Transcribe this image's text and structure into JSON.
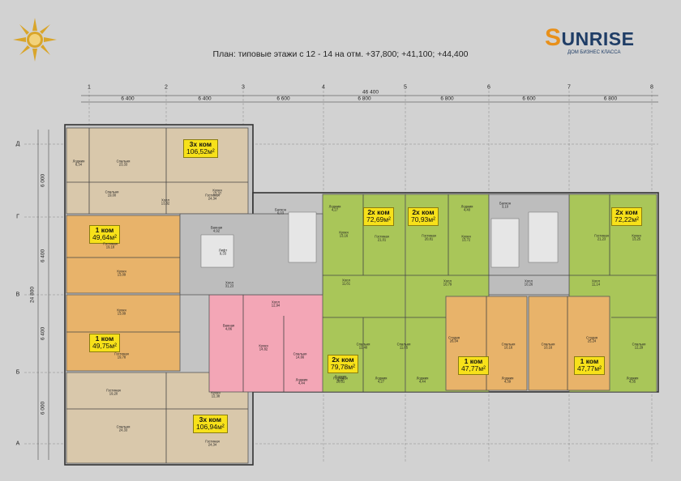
{
  "header": {
    "title": "План: типовые этажи с 12 - 14 на отм. +37,800; +41,100; +44,400",
    "brand_name": "UNRISE",
    "brand_initial": "S",
    "brand_tagline": "ДОМ БИЗНЕС КЛАССА"
  },
  "colors": {
    "background": "#d2d2d2",
    "one_room": "#e8b36a",
    "two_room": "#a9c659",
    "three_room": "#d9c8ab",
    "studio": "#e8b36a",
    "pink_unit": "#f3a6b6",
    "common": "#bdbdbd",
    "badge": "#f7e11a",
    "brand": "#1f3d66",
    "accent": "#e8901a"
  },
  "axes": {
    "columns": [
      "1",
      "2",
      "3",
      "4",
      "5",
      "6",
      "7",
      "8"
    ],
    "rows": [
      "Д",
      "Г",
      "В",
      "Б",
      "А"
    ]
  },
  "dimensions": {
    "total_width": "46 400",
    "column_spans": [
      "6 400",
      "6 400",
      "6 600",
      "6 800",
      "6 800",
      "6 600",
      "6 800"
    ],
    "total_height": "24 800",
    "row_spans": [
      "6 000",
      "6 400",
      "6 400",
      "6 000"
    ]
  },
  "apartments": [
    {
      "type": "3х ком",
      "area": "106,52м²"
    },
    {
      "type": "1 ком",
      "area": "49,64м²"
    },
    {
      "type": "1 ком",
      "area": "49,75м²"
    },
    {
      "type": "3х ком",
      "area": "106,94м²"
    },
    {
      "type": "2х ком",
      "area": "79,78м²"
    },
    {
      "type": "2х ком",
      "area": "72,69м²"
    },
    {
      "type": "2х ком",
      "area": "70,93м²"
    },
    {
      "type": "2х ком",
      "area": "72,22м²"
    },
    {
      "type": "1 ком",
      "area": "47,77м²"
    },
    {
      "type": "1 ком",
      "area": "47,77м²"
    }
  ],
  "rooms": [
    {
      "name": "Лоджия",
      "area": "6,34"
    },
    {
      "name": "Спальня",
      "area": "23,33"
    },
    {
      "name": "Гостиная",
      "area": "24,34"
    },
    {
      "name": "Спальня",
      "area": "19,00"
    },
    {
      "name": "Холл",
      "area": "13,82"
    },
    {
      "name": "Кухня",
      "area": "13,37"
    },
    {
      "name": "Гостиная",
      "area": "19,18"
    },
    {
      "name": "Кухня",
      "area": "13,09"
    },
    {
      "name": "Ванная",
      "area": "4,92"
    },
    {
      "name": "Лифт",
      "area": "9,33"
    },
    {
      "name": "Холл",
      "area": "31,23"
    },
    {
      "name": "Кухня",
      "area": "13,09"
    },
    {
      "name": "Гостиная",
      "area": "19,78"
    },
    {
      "name": "Ванная",
      "area": "4,86"
    },
    {
      "name": "Кухня",
      "area": "14,82"
    },
    {
      "name": "Спальня",
      "area": "14,66"
    },
    {
      "name": "Гостиная",
      "area": "28,51"
    },
    {
      "name": "Холл",
      "area": "12,94"
    },
    {
      "name": "Лоджия",
      "area": "4,44"
    },
    {
      "name": "Гостиная",
      "area": "19,20"
    },
    {
      "name": "Кухня",
      "area": "12,38"
    },
    {
      "name": "Спальня",
      "area": "24,33"
    },
    {
      "name": "Гостиная",
      "area": "24,34"
    },
    {
      "name": "Балкон",
      "area": "6,03"
    },
    {
      "name": "Лоджия",
      "area": "4,27"
    },
    {
      "name": "Кухня",
      "area": "13,16"
    },
    {
      "name": "Гостиная",
      "area": "21,01"
    },
    {
      "name": "Гостиная",
      "area": "20,81"
    },
    {
      "name": "Кухня",
      "area": "13,72"
    },
    {
      "name": "Лоджия",
      "area": "4,40"
    },
    {
      "name": "Балкон",
      "area": "3,10"
    },
    {
      "name": "Кухня",
      "area": "13,25"
    },
    {
      "name": "Гостиная",
      "area": "21,23"
    },
    {
      "name": "Холл",
      "area": "11,61"
    },
    {
      "name": "Холл",
      "area": "10,79"
    },
    {
      "name": "Холл",
      "area": "10,26"
    },
    {
      "name": "Холл",
      "area": "11,14"
    },
    {
      "name": "Спальня",
      "area": "12,40"
    },
    {
      "name": "Спальня",
      "area": "11,05"
    },
    {
      "name": "Студия",
      "area": "26,04"
    },
    {
      "name": "Спальня",
      "area": "10,16"
    },
    {
      "name": "Спальня",
      "area": "10,16"
    },
    {
      "name": "Студия",
      "area": "25,24"
    },
    {
      "name": "Спальня",
      "area": "12,29"
    },
    {
      "name": "Лоджия",
      "area": "4,27"
    },
    {
      "name": "Лоджия",
      "area": "4,27"
    },
    {
      "name": "Лоджия",
      "area": "4,44"
    },
    {
      "name": "Лоджия",
      "area": "4,39"
    },
    {
      "name": "Лоджия",
      "area": "4,35"
    }
  ]
}
